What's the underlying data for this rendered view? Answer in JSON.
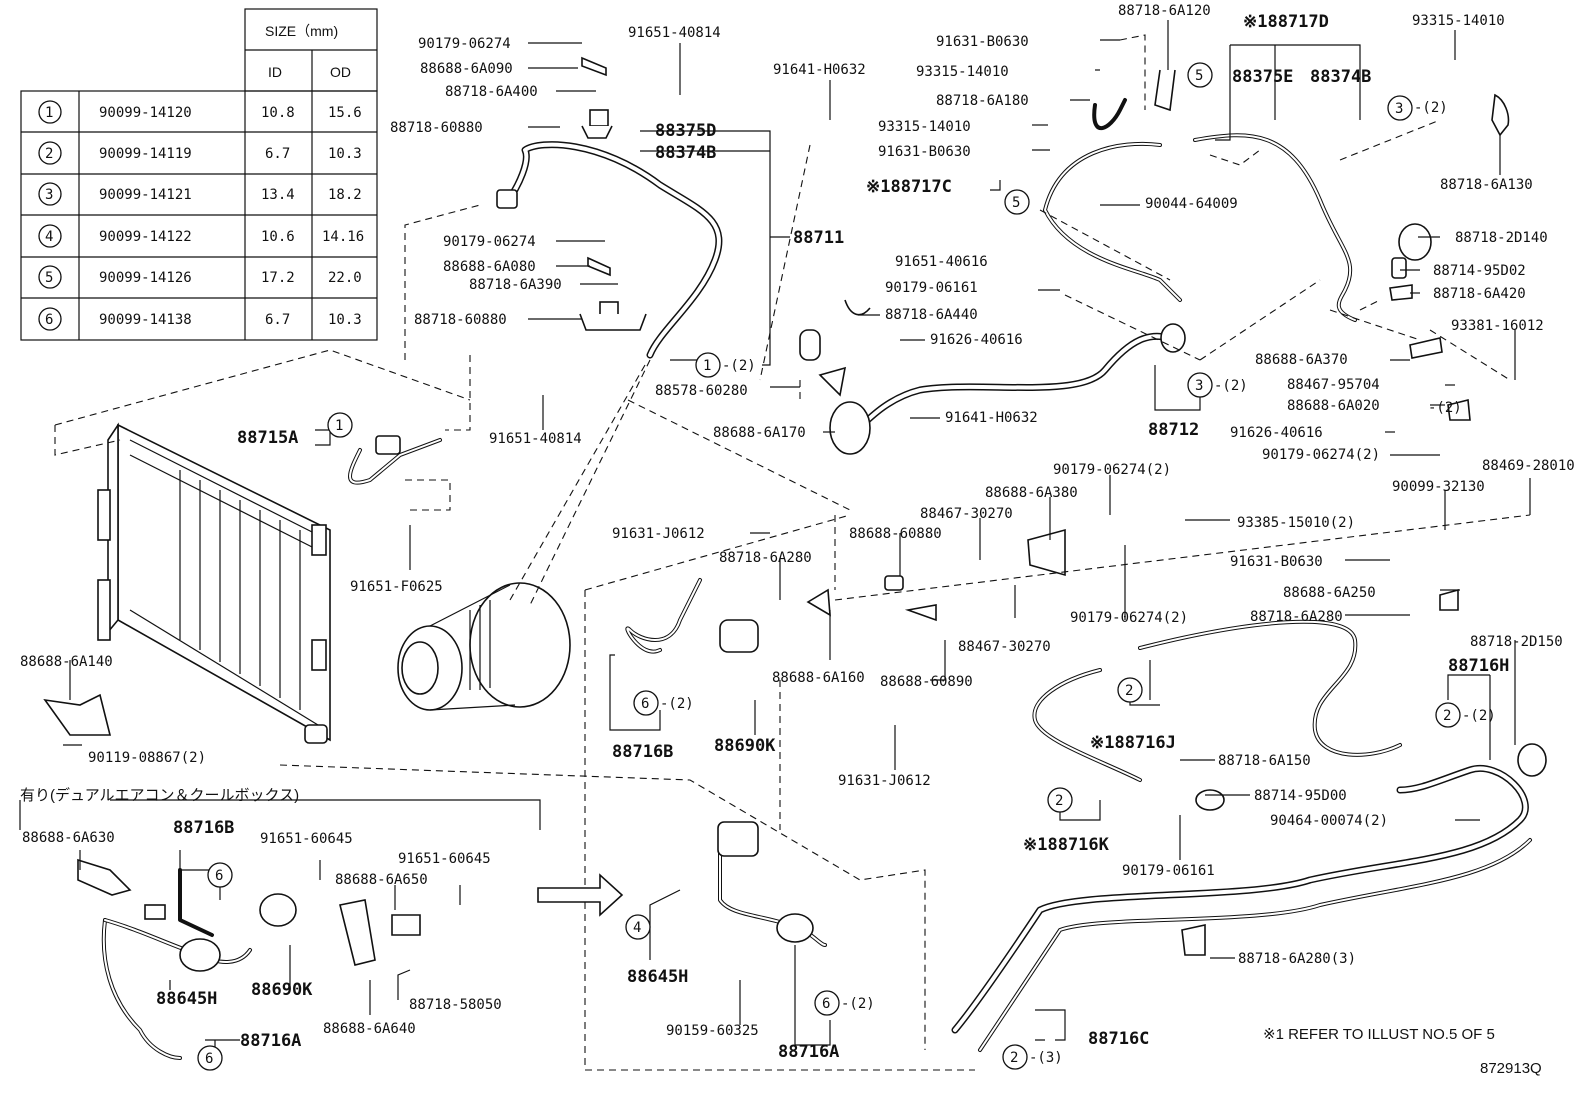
{
  "size_table": {
    "header_size": "SIZE（mm)",
    "header_id": "ID",
    "header_od": "OD",
    "rows": [
      {
        "num": "1",
        "part": "90099-14120",
        "id": "10.8",
        "od": "15.6"
      },
      {
        "num": "2",
        "part": "90099-14119",
        "id": "6.7",
        "od": "10.3"
      },
      {
        "num": "3",
        "part": "90099-14121",
        "id": "13.4",
        "od": "18.2"
      },
      {
        "num": "4",
        "part": "90099-14122",
        "id": "10.6",
        "od": "14.16"
      },
      {
        "num": "5",
        "part": "90099-14126",
        "id": "17.2",
        "od": "22.0"
      },
      {
        "num": "6",
        "part": "90099-14138",
        "id": "6.7",
        "od": "10.3"
      }
    ]
  },
  "labels": {
    "l01": "90179-06274",
    "l02": "91651-40814",
    "l03": "88688-6A090",
    "l04": "88718-6A400",
    "l05": "88718-60880",
    "l06": "88375D",
    "l07": "88374B",
    "l08": "91641-H0632",
    "l09": "88711",
    "l10": "90179-06274",
    "l11": "88688-6A080",
    "l12": "88718-6A390",
    "l13": "88718-60880",
    "l14": "91651-40814",
    "l15": "88578-60280",
    "l16": "-(2)",
    "l17": "88715A",
    "l18": "91651-F0625",
    "l19": "88688-6A140",
    "l20": "90119-08867(2)",
    "l21": "88718-6A120",
    "l22": "※188717D",
    "l23": "93315-14010",
    "l24": "91631-B0630",
    "l25": "93315-14010",
    "l26": "88375E",
    "l27": "88374B",
    "l28": "-(2)",
    "l29": "88718-6A180",
    "l30": "93315-14010",
    "l31": "91631-B0630",
    "l32": "88718-6A130",
    "l33": "※188717C",
    "l34": "90044-64009",
    "l35": "88718-2D140",
    "l36": "91651-40616",
    "l37": "88714-95D02",
    "l38": "90179-06161",
    "l39": "88718-6A420",
    "l40": "88718-6A440",
    "l41": "93381-16012",
    "l42": "91626-40616",
    "l43": "88688-6A370",
    "l44": "-(2)",
    "l45": "88467-95704",
    "l46": "88688-6A170",
    "l47": "91641-H0632",
    "l48": "88712",
    "l49": "88688-6A020",
    "l50": "91626-40616",
    "l51": "90179-06274(2)",
    "l52": "90179-06274(2)",
    "l53": "88469-28010",
    "l54": "88688-6A380",
    "l55": "90099-32130",
    "l56": "88467-30270",
    "l57": "91631-J0612",
    "l58": "88688-60880",
    "l59": "93385-15010(2)",
    "l60": "88718-6A280",
    "l61": "91631-B0630",
    "l62": "88688-6A250",
    "l63": "88718-6A280",
    "l64": "90179-06274(2)",
    "l65": "88467-30270",
    "l66": "88718-2D150",
    "l67": "88688-6A160",
    "l68": "88688-60890",
    "l69": "88716H",
    "l70": "-(2)",
    "l71": "-(2)",
    "l72": "88716B",
    "l73": "88690K",
    "l74": "※188716J",
    "l75": "88718-6A150",
    "l76": "91631-J0612",
    "l77": "88714-95D00",
    "l78": "90464-00074(2)",
    "l79": "※188716K",
    "l80": "90179-06161",
    "l81": "有り(デュアルエアコン＆クールボックス)",
    "l82": "88688-6A630",
    "l83": "88716B",
    "l84": "91651-60645",
    "l85": "91651-60645",
    "l86": "88688-6A650",
    "l87": "88645H",
    "l88": "88690K",
    "l89": "88718-58050",
    "l90": "88688-6A640",
    "l91": "88716A",
    "l92": "88645H",
    "l93": "90159-60325",
    "l94": "-(2)",
    "l95": "88716A",
    "l96": "88716C",
    "l97": "-(3)",
    "l98": "88718-6A280(3)",
    "l99": "※1 REFER TO ILLUST NO.5 OF 5",
    "l100": "872913Q",
    "l101": "-(2)"
  },
  "callouts": {
    "c1": "1",
    "c2": "1",
    "c3": "5",
    "c4": "5",
    "c5": "3",
    "c6": "3",
    "c7": "6",
    "c8": "2",
    "c9": "2",
    "c10": "2",
    "c11": "6",
    "c12": "6",
    "c13": "4",
    "c14": "6",
    "c15": "2"
  }
}
